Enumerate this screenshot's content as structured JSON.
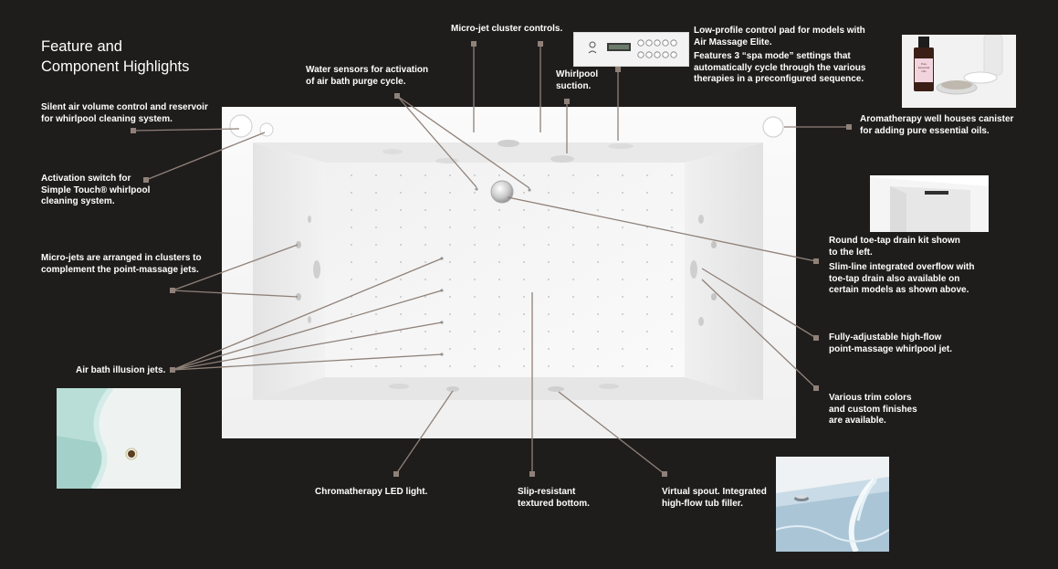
{
  "title": {
    "line1": "Feature and",
    "line2": "Component Highlights"
  },
  "accent_color": "#8f8179",
  "labels": {
    "silent_air": {
      "line1": "Silent air volume control and reservoir",
      "line2": "for whirlpool cleaning system."
    },
    "activation_switch": {
      "line1": "Activation switch for",
      "line2": "Simple Touch® whirlpool",
      "line3": "cleaning system."
    },
    "micro_jets": {
      "line1": "Micro-jets are arranged in clusters to",
      "line2": "complement the point-massage jets."
    },
    "air_bath": {
      "line1": "Air bath illusion jets."
    },
    "water_sensors": {
      "line1": "Water sensors for activation",
      "line2": "of air bath purge cycle."
    },
    "micro_jet_controls": {
      "line1": "Micro-jet cluster controls."
    },
    "whirlpool_suction": {
      "line1": "Whirlpool",
      "line2": "suction."
    },
    "control_pad": {
      "line1": "Low-profile control pad for models with",
      "line2": "Air Massage Elite.",
      "line3": "Features 3 “spa mode” settings that",
      "line4": "automatically cycle through the various",
      "line5": "therapies in a preconfigured sequence."
    },
    "aromatherapy": {
      "line1": "Aromatherapy well houses canister",
      "line2": "for adding pure essential oils."
    },
    "drain": {
      "line1": "Round toe-tap drain kit shown",
      "line2": "to the left.",
      "line3": "Slim-line integrated overflow with",
      "line4": "toe-tap drain also available on",
      "line5": "certain models as shown above."
    },
    "point_massage": {
      "line1": "Fully-adjustable high-flow",
      "line2": "point-massage whirlpool jet."
    },
    "trim": {
      "line1": "Various trim colors",
      "line2": "and custom finishes",
      "line3": "are available."
    },
    "chromatherapy": {
      "line1": "Chromatherapy LED light."
    },
    "slip_resistant": {
      "line1": "Slip-resistant",
      "line2": "textured bottom."
    },
    "virtual_spout": {
      "line1": "Virtual spout. Integrated",
      "line2": "high-flow tub filler."
    }
  },
  "oil_bottle": {
    "label": "Pure Essential Oils"
  }
}
